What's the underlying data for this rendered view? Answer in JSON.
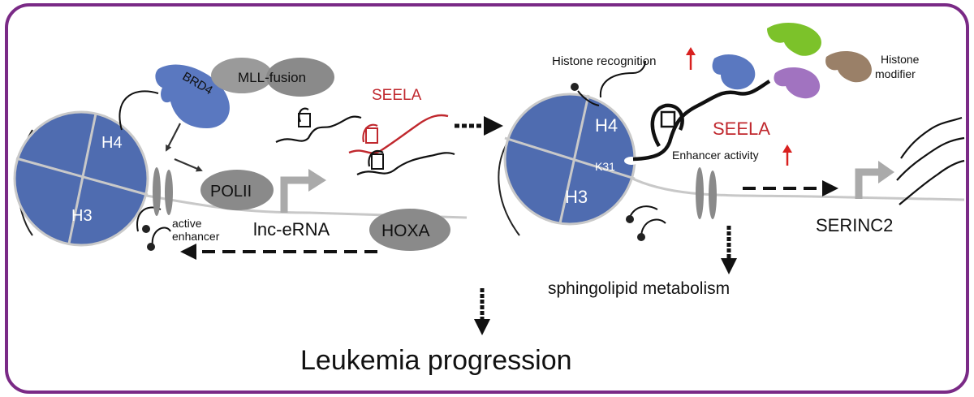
{
  "colors": {
    "frame": "#7a2a86",
    "nucleosome": "#4f6cb0",
    "brd4": "#5a78c0",
    "grey_protein": "#8a8a8a",
    "seela_red": "#c0282e",
    "arrow_red": "#d8201f",
    "green_modifier": "#7cc22a",
    "purple_modifier": "#a173c0",
    "brown_modifier": "#9a8068",
    "dna_line": "#c8c8c8"
  },
  "left_panel": {
    "h4": "H4",
    "h3": "H3",
    "brd4": "BRD4",
    "mll_fusion": "MLL-fusion",
    "seela": "SEELA",
    "polii": "POLII",
    "active_enhancer_line1": "active",
    "active_enhancer_line2": "enhancer",
    "lnc_erna": "lnc-eRNA",
    "hoxa": "HOXA"
  },
  "right_panel": {
    "h4": "H4",
    "h3": "H3",
    "k31": "K31",
    "histone_recognition": "Histone recognition",
    "histone_modifier_line1": "Histone",
    "histone_modifier_line2": "modifier",
    "seela": "SEELA",
    "enhancer_activity": "Enhancer activity",
    "serinc2": "SERINC2",
    "sphingolipid": "sphingolipid metabolism"
  },
  "outcome": "Leukemia progression",
  "icons": {
    "up_arrow": "up-arrow-icon",
    "down_arrow": "down-arrow-icon",
    "right_arrow": "right-arrow-icon",
    "promoter": "promoter-arrow-icon"
  }
}
